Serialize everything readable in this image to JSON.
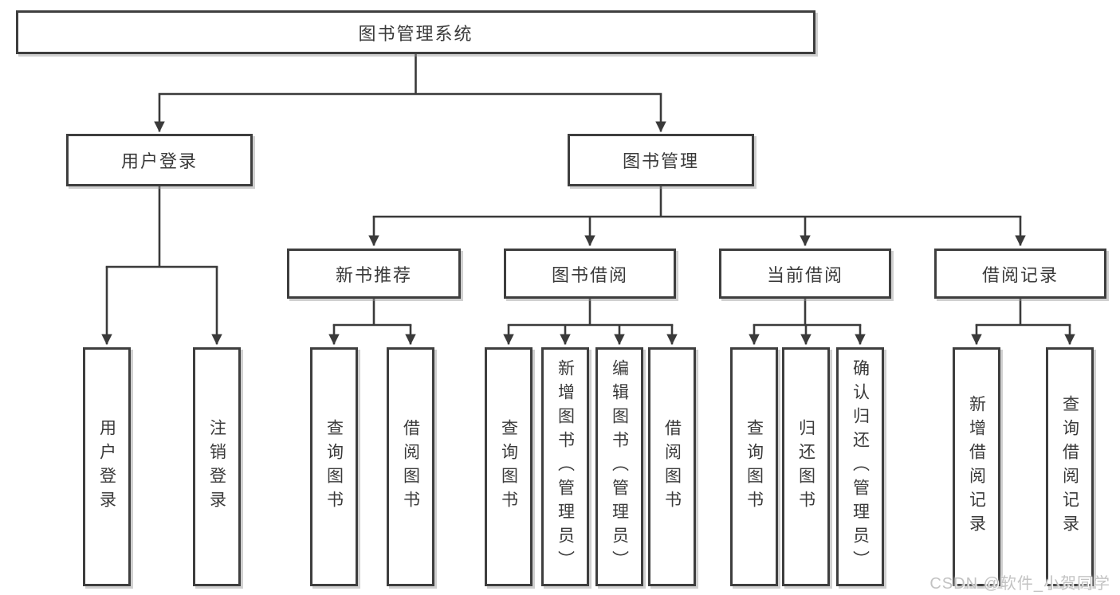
{
  "diagram": {
    "type": "hierarchy-flowchart",
    "root": {
      "label": "图书管理系统",
      "children": [
        {
          "label": "用户登录",
          "children": [
            {
              "label": "用户登录"
            },
            {
              "label": "注销登录"
            }
          ]
        },
        {
          "label": "图书管理",
          "children": [
            {
              "label": "新书推荐",
              "children": [
                {
                  "label": "查询图书"
                },
                {
                  "label": "借阅图书"
                }
              ]
            },
            {
              "label": "图书借阅",
              "children": [
                {
                  "label": "查询图书"
                },
                {
                  "label": "新增图书（管理员）"
                },
                {
                  "label": "编辑图书（管理员）"
                },
                {
                  "label": "借阅图书"
                }
              ]
            },
            {
              "label": "当前借阅",
              "children": [
                {
                  "label": "查询图书"
                },
                {
                  "label": "归还图书"
                },
                {
                  "label": "确认归还（管理员）"
                }
              ]
            },
            {
              "label": "借阅记录",
              "children": [
                {
                  "label": "新增借阅记录"
                },
                {
                  "label": "查询借阅记录"
                }
              ]
            }
          ]
        }
      ]
    },
    "colors": {
      "line": "#3a3a3a",
      "border": "#3e3e3e",
      "text": "#3a3a3a",
      "box_background": "#ffffff",
      "watermark": "#c3c3c3"
    }
  },
  "watermark": {
    "text": "CSDN @软件_小贺同学"
  }
}
